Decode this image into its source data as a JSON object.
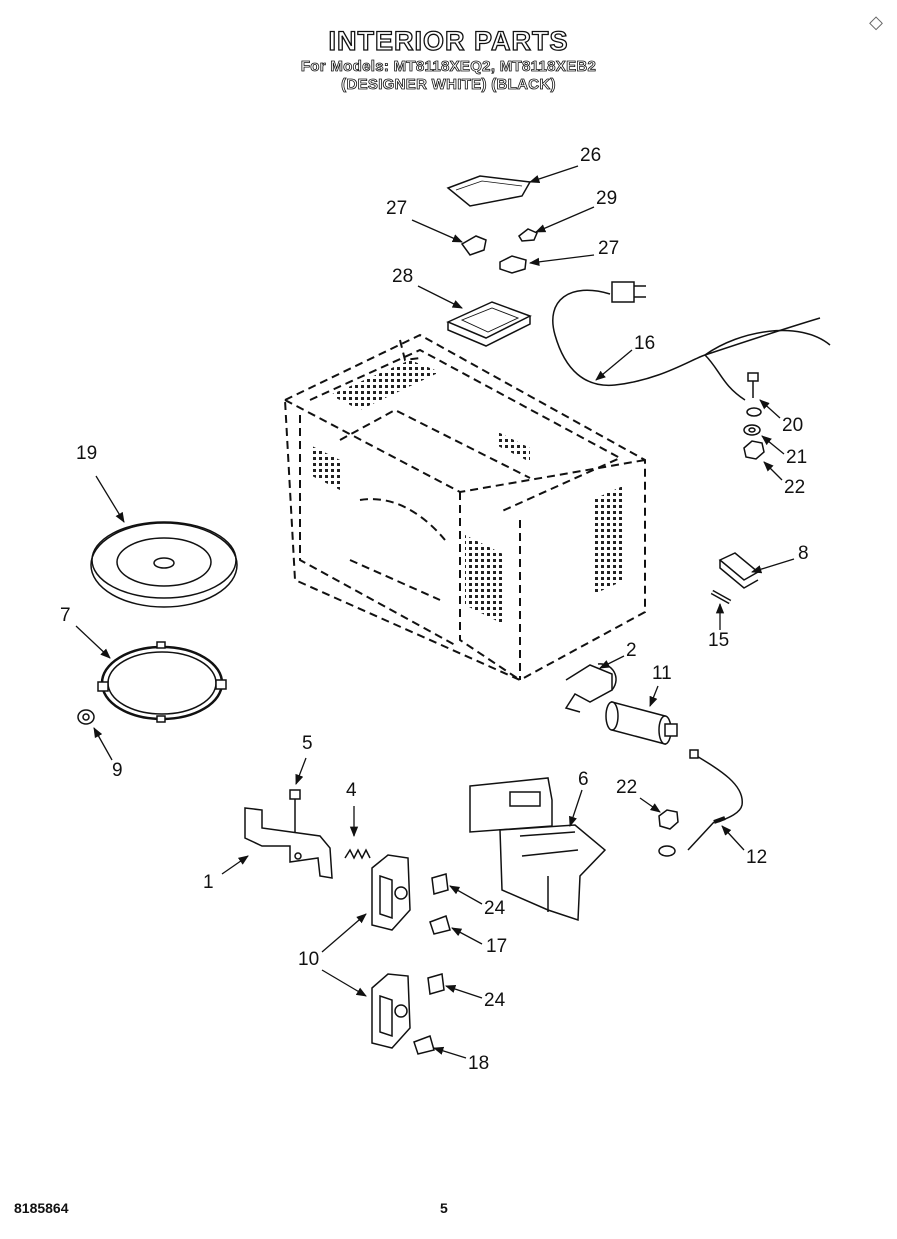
{
  "header": {
    "title": "INTERIOR PARTS",
    "models_line": "For Models: MT8118XEQ2, MT8118XEB2",
    "colors_line": "(DESIGNER WHITE) (BLACK)"
  },
  "footer": {
    "doc_number": "8185864",
    "page_number": "5"
  },
  "corner_mark": "◇",
  "callouts": [
    "26",
    "27",
    "29",
    "27",
    "28",
    "16",
    "20",
    "21",
    "22",
    "19",
    "8",
    "15",
    "7",
    "2",
    "11",
    "9",
    "5",
    "4",
    "6",
    "22",
    "1",
    "12",
    "24",
    "10",
    "17",
    "24",
    "18"
  ]
}
